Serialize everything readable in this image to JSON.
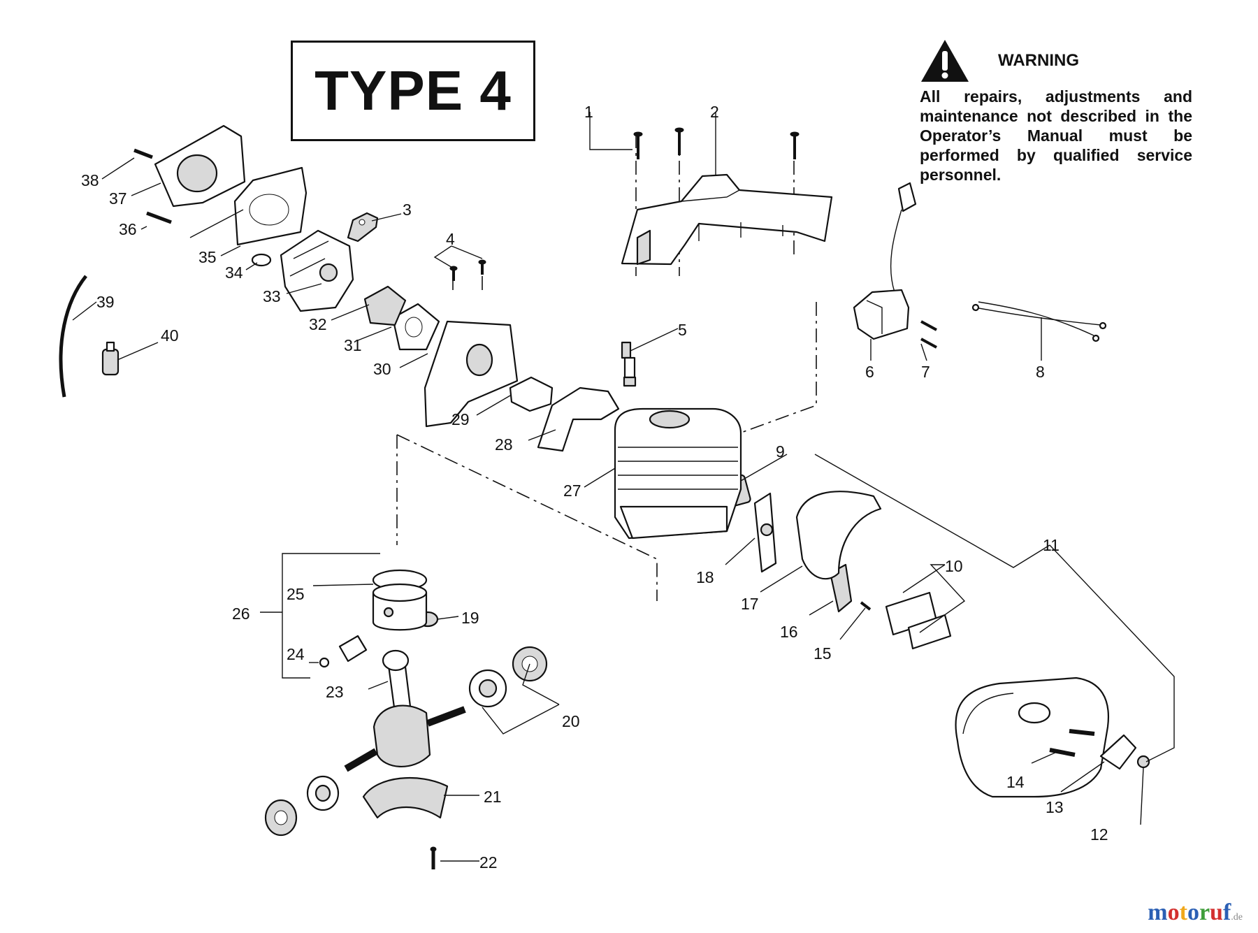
{
  "title": "TYPE 4",
  "warning": {
    "heading": "WARNING",
    "text": "All repairs, adjustments and maintenance not described in the Operator’s Manual must be performed by qualified service personnel.",
    "icon": "warning-triangle-icon"
  },
  "watermark": {
    "brand": "motoruf",
    "suffix": ".de",
    "colors": [
      "#2b5fb4",
      "#d3302f",
      "#f0a81d",
      "#2b5fb4",
      "#3f9e3a",
      "#d3302f",
      "#2b5fb4"
    ]
  },
  "callouts": [
    "1",
    "2",
    "3",
    "4",
    "5",
    "6",
    "7",
    "8",
    "9",
    "10",
    "11",
    "12",
    "13",
    "14",
    "15",
    "16",
    "17",
    "18",
    "19",
    "20",
    "21",
    "22",
    "23",
    "24",
    "25",
    "26",
    "27",
    "28",
    "29",
    "30",
    "31",
    "32",
    "33",
    "34",
    "35",
    "36",
    "37",
    "38",
    "39",
    "40"
  ]
}
